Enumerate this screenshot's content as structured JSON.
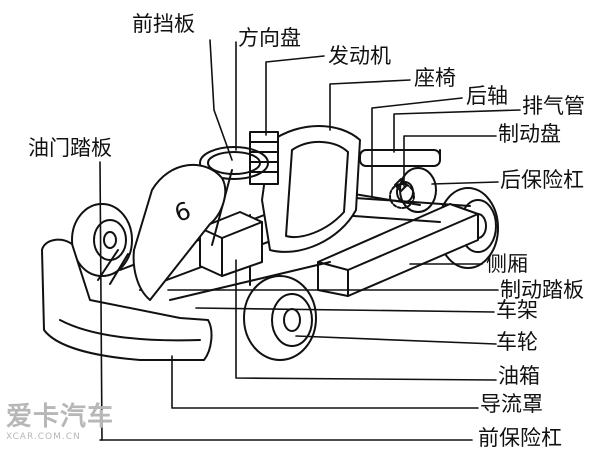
{
  "labels": {
    "front_visor": "前挡板",
    "steering_wheel": "方向盘",
    "engine": "发动机",
    "seat": "座椅",
    "rear_axle": "后轴",
    "exhaust": "排气管",
    "brake_disc": "制动盘",
    "rear_bumper": "后保险杠",
    "side_box": "侧厢",
    "brake_pedal": "制动踏板",
    "frame": "车架",
    "wheel": "车轮",
    "fuel_tank": "油箱",
    "fairing": "导流罩",
    "front_bumper": "前保险杠",
    "throttle_pedal": "油门踏板"
  },
  "kart_number": "6",
  "watermark": {
    "brand": "爱卡汽车",
    "url": "XCAR.COM.CN"
  },
  "colors": {
    "ink": "#111111",
    "paper": "#ffffff",
    "watermark": "#b7b7b7"
  }
}
